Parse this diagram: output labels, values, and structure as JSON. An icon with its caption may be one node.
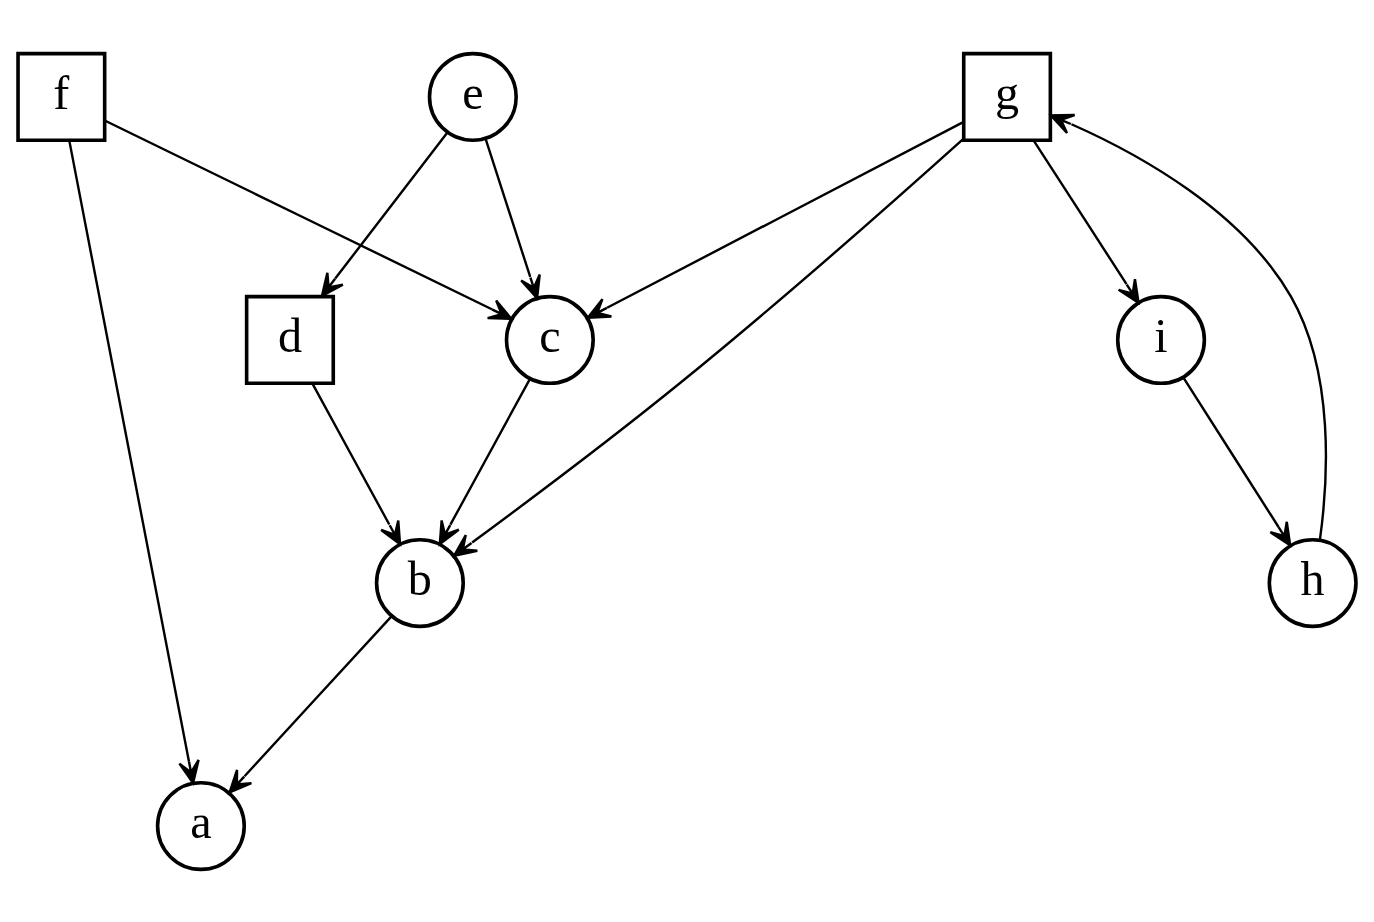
{
  "diagram": {
    "nodes": [
      {
        "text": [
          "a"
        ]
      },
      {
        "text": [
          "b"
        ]
      },
      {
        "text": [
          "c"
        ]
      },
      {
        "text": [
          "d"
        ]
      },
      {
        "text": [
          "e"
        ]
      },
      {
        "text": [
          "f"
        ]
      },
      {
        "text": [
          "g"
        ]
      },
      {
        "text": [
          "h"
        ]
      },
      {
        "text": [
          "i"
        ]
      }
    ],
    "edges": [
      {
        "from": 4,
        "to": 3,
        "arrow": "to"
      },
      {
        "from": 4,
        "to": 2,
        "arrow": "to"
      },
      {
        "from": 3,
        "to": 1,
        "arrow": "to"
      },
      {
        "from": 6,
        "to": 1,
        "arrow": "to"
      },
      {
        "from": 6,
        "to": 2,
        "arrow": "to"
      },
      {
        "from": 2,
        "to": 1,
        "arrow": "to"
      },
      {
        "from": 1,
        "to": 0,
        "arrow": "to"
      },
      {
        "from": 5,
        "to": 0,
        "arrow": "to"
      },
      {
        "from": 5,
        "to": 2,
        "arrow": "to"
      },
      {
        "from": 7,
        "to": 6,
        "arrow": "to"
      },
      {
        "from": 6,
        "to": 8,
        "arrow": "to"
      },
      {
        "from": 8,
        "to": 7,
        "arrow": "to"
      }
    ]
  }
}
